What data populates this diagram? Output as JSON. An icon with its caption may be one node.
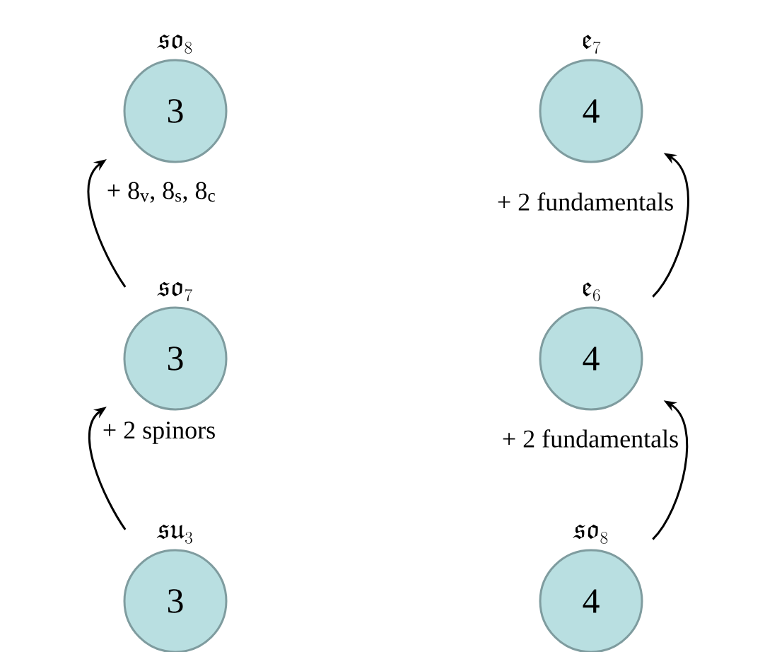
{
  "diagram": {
    "nodes": [
      {
        "text": [
          "\\mathfrak{so}_8",
          "3"
        ]
      },
      {
        "text": [
          "\\mathfrak{e}_7",
          "4"
        ]
      },
      {
        "text": [
          "\\mathfrak{so}_7",
          "3"
        ]
      },
      {
        "text": [
          "\\mathfrak{e}_6",
          "4"
        ]
      },
      {
        "text": [
          "\\mathfrak{su}_3",
          "3"
        ]
      },
      {
        "text": [
          "\\mathfrak{so}_8",
          "4"
        ]
      }
    ],
    "edges": [
      {
        "from": 4,
        "to": 2,
        "arrow": "to",
        "label": "+ 2 spinors"
      },
      {
        "from": 2,
        "to": 0,
        "arrow": "to",
        "label": "+ 8$_{v}$, 8$_{s}$, 8$_{c}$"
      },
      {
        "from": 5,
        "to": 3,
        "arrow": "to",
        "label": "+ 2 fundamentals"
      },
      {
        "from": 3,
        "to": 1,
        "arrow": "to",
        "label": "+ 2 fundamentals"
      }
    ]
  }
}
